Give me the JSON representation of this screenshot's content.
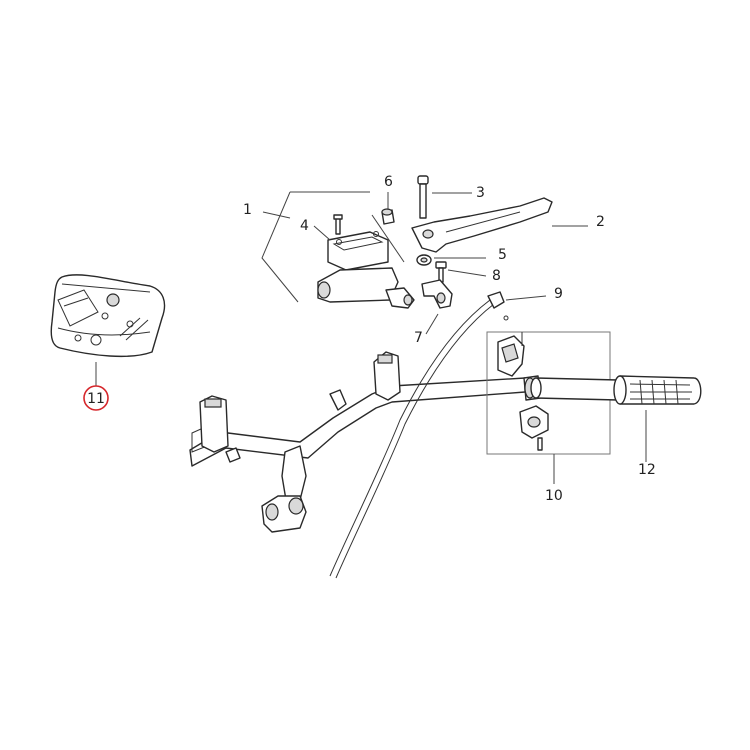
{
  "colors": {
    "line": "#2a2a2a",
    "shade": "#d9d9d9",
    "highlight_ring": "#d6262b",
    "background": "#ffffff"
  },
  "callouts": [
    {
      "id": "1",
      "text": "1"
    },
    {
      "id": "2",
      "text": "2"
    },
    {
      "id": "3",
      "text": "3"
    },
    {
      "id": "4",
      "text": "4"
    },
    {
      "id": "5",
      "text": "5"
    },
    {
      "id": "6",
      "text": "6"
    },
    {
      "id": "7",
      "text": "7"
    },
    {
      "id": "8",
      "text": "8"
    },
    {
      "id": "9",
      "text": "9"
    },
    {
      "id": "10",
      "text": "10"
    },
    {
      "id": "11",
      "text": "11",
      "highlighted": true
    },
    {
      "id": "12",
      "text": "12"
    }
  ]
}
